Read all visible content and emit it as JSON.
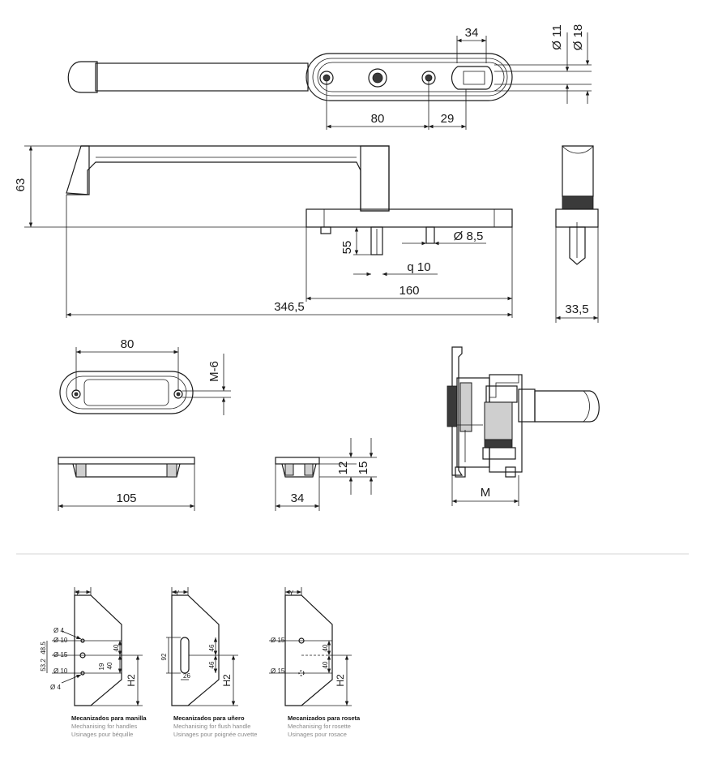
{
  "top_view": {
    "d_34": "34",
    "d_11": "Ø 11",
    "d_18": "Ø 18",
    "d_80": "80",
    "d_29": "29"
  },
  "side_view": {
    "d_63": "63",
    "d_55": "55",
    "d_8_5": "Ø  8,5",
    "d_q10": "q 10",
    "d_160": "160",
    "d_346_5": "346,5",
    "d_33_5": "33,5"
  },
  "rosette_view": {
    "d_80": "80",
    "d_m6": "M-6",
    "d_105": "105",
    "d_34": "34",
    "d_12": "12",
    "d_15": "15"
  },
  "profile_view": {
    "d_m": "M"
  },
  "mech_handles": {
    "y": "Y",
    "d4a": "Ø 4",
    "d10a": "Ø 10",
    "d15": "Ø 15",
    "d10b": "Ø 10",
    "d4b": "Ø 4",
    "v48_5": "48,5",
    "v53_2": "53,2",
    "v40a": "40",
    "v40b": "40",
    "v19": "19",
    "h2": "H2",
    "caption_es": "Mecanizados para manilla",
    "caption_en": "Mechanising for handles",
    "caption_fr": "Usinages pour béquille"
  },
  "mech_flush": {
    "y": "Y",
    "v92": "92",
    "v46a": "46",
    "v46b": "46",
    "v26": "26",
    "h2": "H2",
    "caption_es": "Mecanizados para uñero",
    "caption_en": "Mechanising for flush handle",
    "caption_fr": "Usinages pour poignée cuvette"
  },
  "mech_rosette": {
    "y": "Y",
    "d15a": "Ø 15",
    "d15b": "Ø 15",
    "v40a": "40",
    "v40b": "40",
    "h2": "H2",
    "caption_es": "Mecanizados para roseta",
    "caption_en": "Mechanising for rosette",
    "caption_fr": "Usinages pour rosace"
  }
}
